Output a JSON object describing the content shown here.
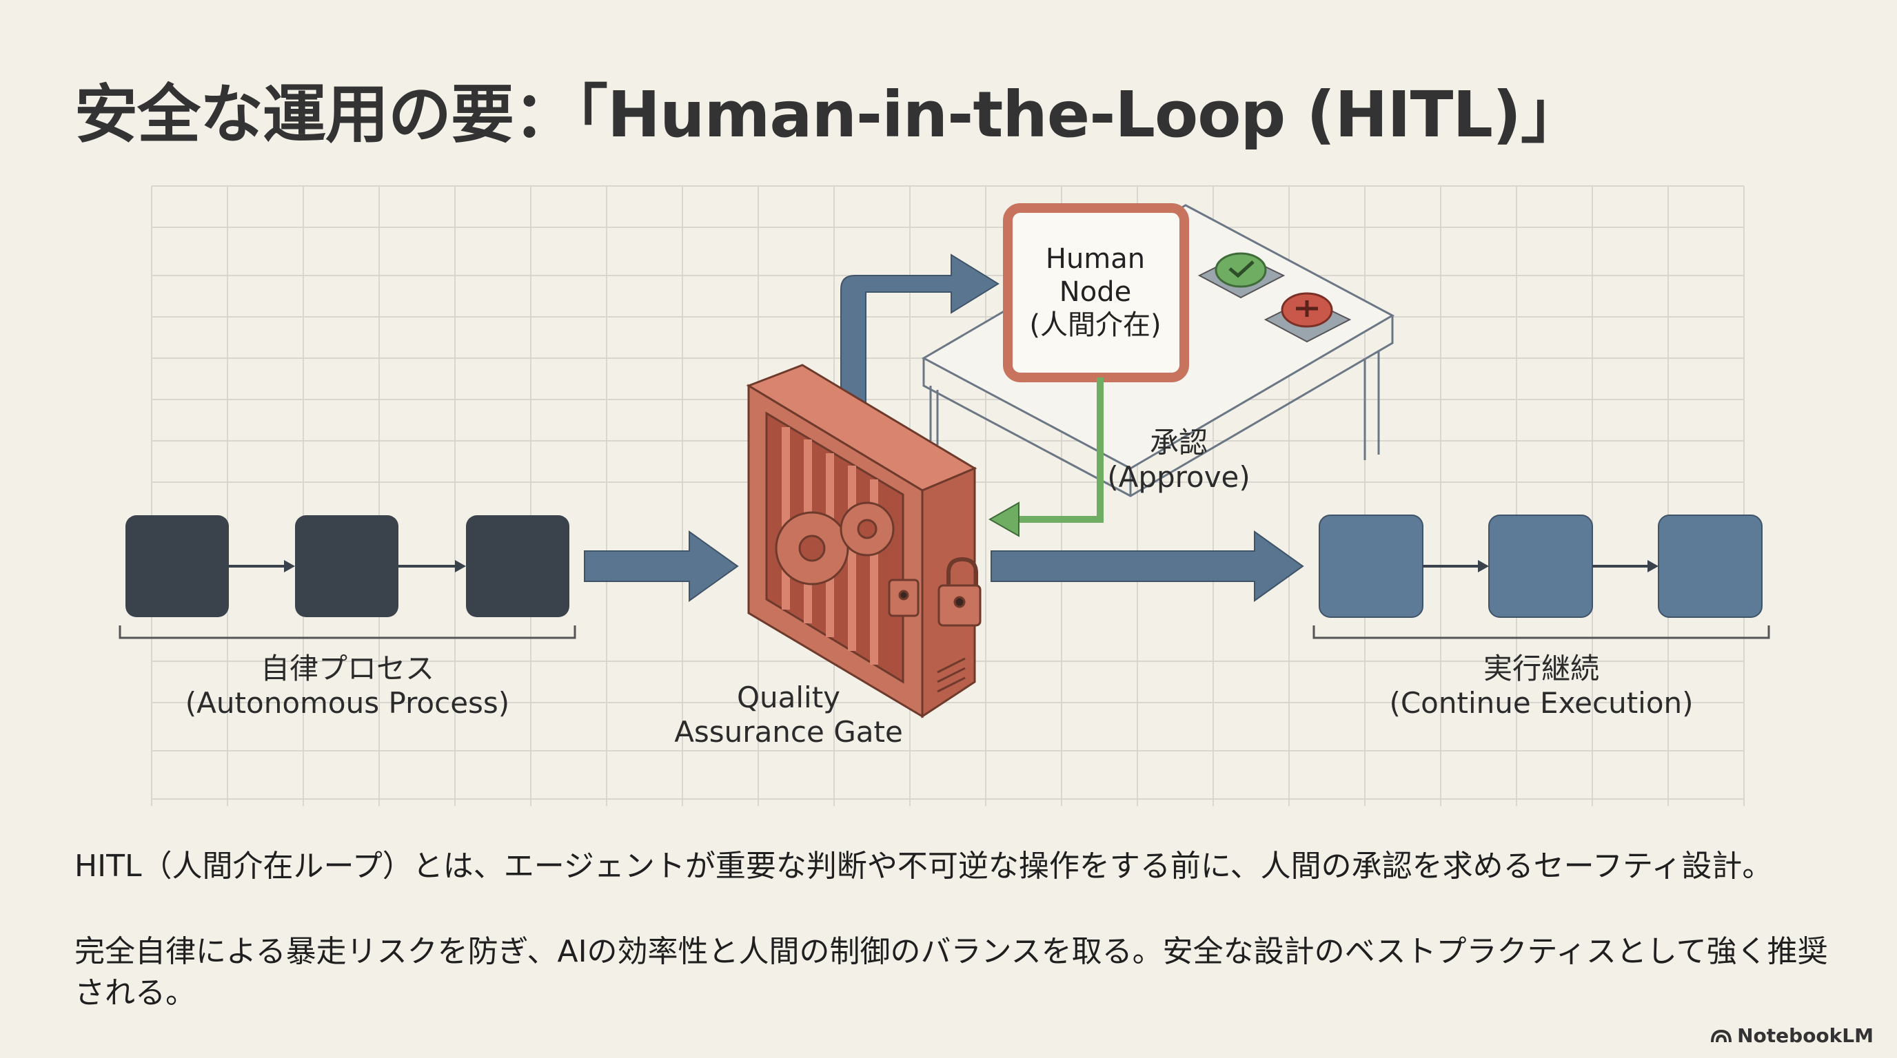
{
  "title": "安全な運用の要：「Human-in-the-Loop (HITL)」",
  "diagram": {
    "autonomous_label": "自律プロセス",
    "autonomous_sublabel": "(Autonomous Process)",
    "gate_label_line1": "Quality",
    "gate_label_line2": "Assurance Gate",
    "human_node_line1": "Human",
    "human_node_line2": "Node",
    "human_node_line3": "(人間介在)",
    "approve_label": "承認",
    "approve_sublabel": "(Approve)",
    "continue_label": "実行継続",
    "continue_sublabel": "(Continue Execution)"
  },
  "body": {
    "paragraph1": "HITL（人間介在ループ）とは、エージェントが重要な判断や不可逆な操作をする前に、人間の承認を求めるセーフティ設計。",
    "paragraph2": "完全自律による暴走リスクを防ぎ、AIの効率性と人間の制御のバランスを取る。安全な設計のベストプラクティスとして強く推奨される。"
  },
  "brand": "NotebookLM",
  "colors": {
    "background": "#f3f0e8",
    "dark_block": "#3a434c",
    "blue_block": "#5d7a96",
    "arrow_blue": "#5a7590",
    "gate_red": "#c8735e",
    "approve_green": "#6fae62",
    "reject_red": "#c9584a"
  }
}
